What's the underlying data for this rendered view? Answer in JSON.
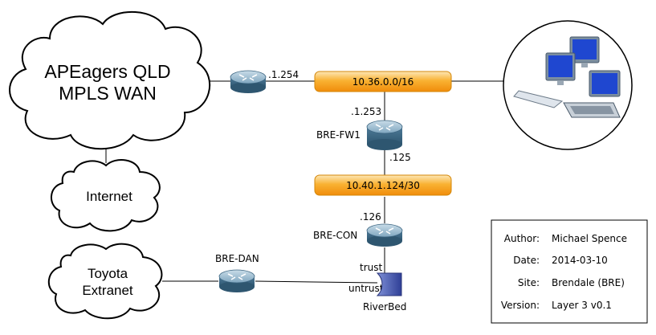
{
  "clouds": {
    "wan_line1": "APEagers QLD",
    "wan_line2": "MPLS WAN",
    "internet": "Internet",
    "toyota_line1": "Toyota",
    "toyota_line2": "Extranet"
  },
  "networks": {
    "top": "10.36.0.0/16",
    "middle": "10.40.1.124/30"
  },
  "labels": {
    "wan_router_ip": ".1.254",
    "fw_top_ip": ".1.253",
    "fw_name": "BRE-FW1",
    "fw_bottom_ip": ".125",
    "con_ip": ".126",
    "con_name": "BRE-CON",
    "dan_name": "BRE-DAN",
    "trust": "trust",
    "untrust": "untrust",
    "riverbed": "RiverBed"
  },
  "info": {
    "author_label": "Author:",
    "author": "Michael Spence",
    "date_label": "Date:",
    "date": "2014-03-10",
    "site_label": "Site:",
    "site": "Brendale (BRE)",
    "version_label": "Version:",
    "version": "Layer 3 v0.1"
  },
  "icons": [
    "cloud-icon",
    "router-icon",
    "firewall-icon",
    "riverbed-icon",
    "computers-icon"
  ],
  "colors": {
    "network_bar": "#f7a51c",
    "device": "#5f8fae",
    "riverbed": "#3a4fa6"
  }
}
